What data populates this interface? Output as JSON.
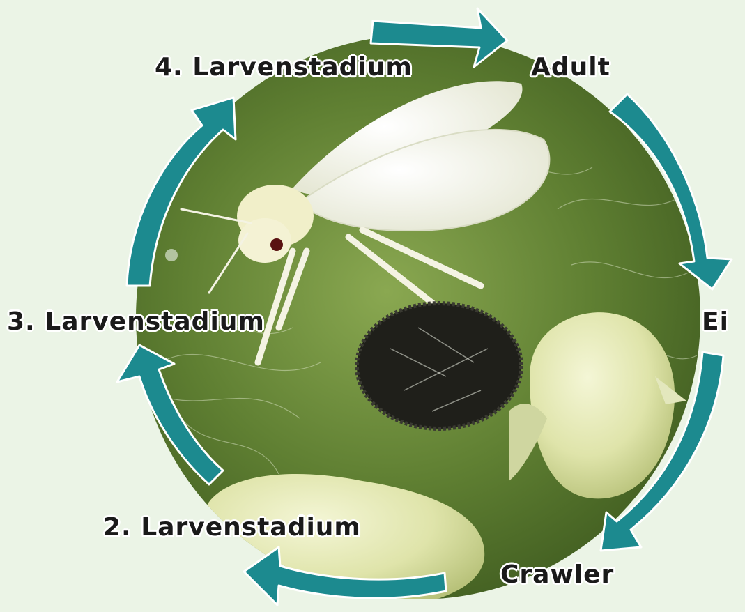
{
  "diagram": {
    "stages": [
      {
        "id": "adult",
        "label": "Adult"
      },
      {
        "id": "egg",
        "label": "Ei"
      },
      {
        "id": "crawler",
        "label": "Crawler"
      },
      {
        "id": "l2",
        "label": "2. Larvenstadium"
      },
      {
        "id": "l3",
        "label": "3. Larvenstadium"
      },
      {
        "id": "l4",
        "label": "4. Larvenstadium"
      }
    ],
    "colors": {
      "background": "#ebf4e6",
      "arrow": "#1c8a8f",
      "arrow_outline": "#ffffff",
      "leaf": "#5d7d33",
      "whitefly": "#f3f1d8",
      "pupa": "#1f1f1a",
      "larva": "#dfe3b0"
    }
  }
}
